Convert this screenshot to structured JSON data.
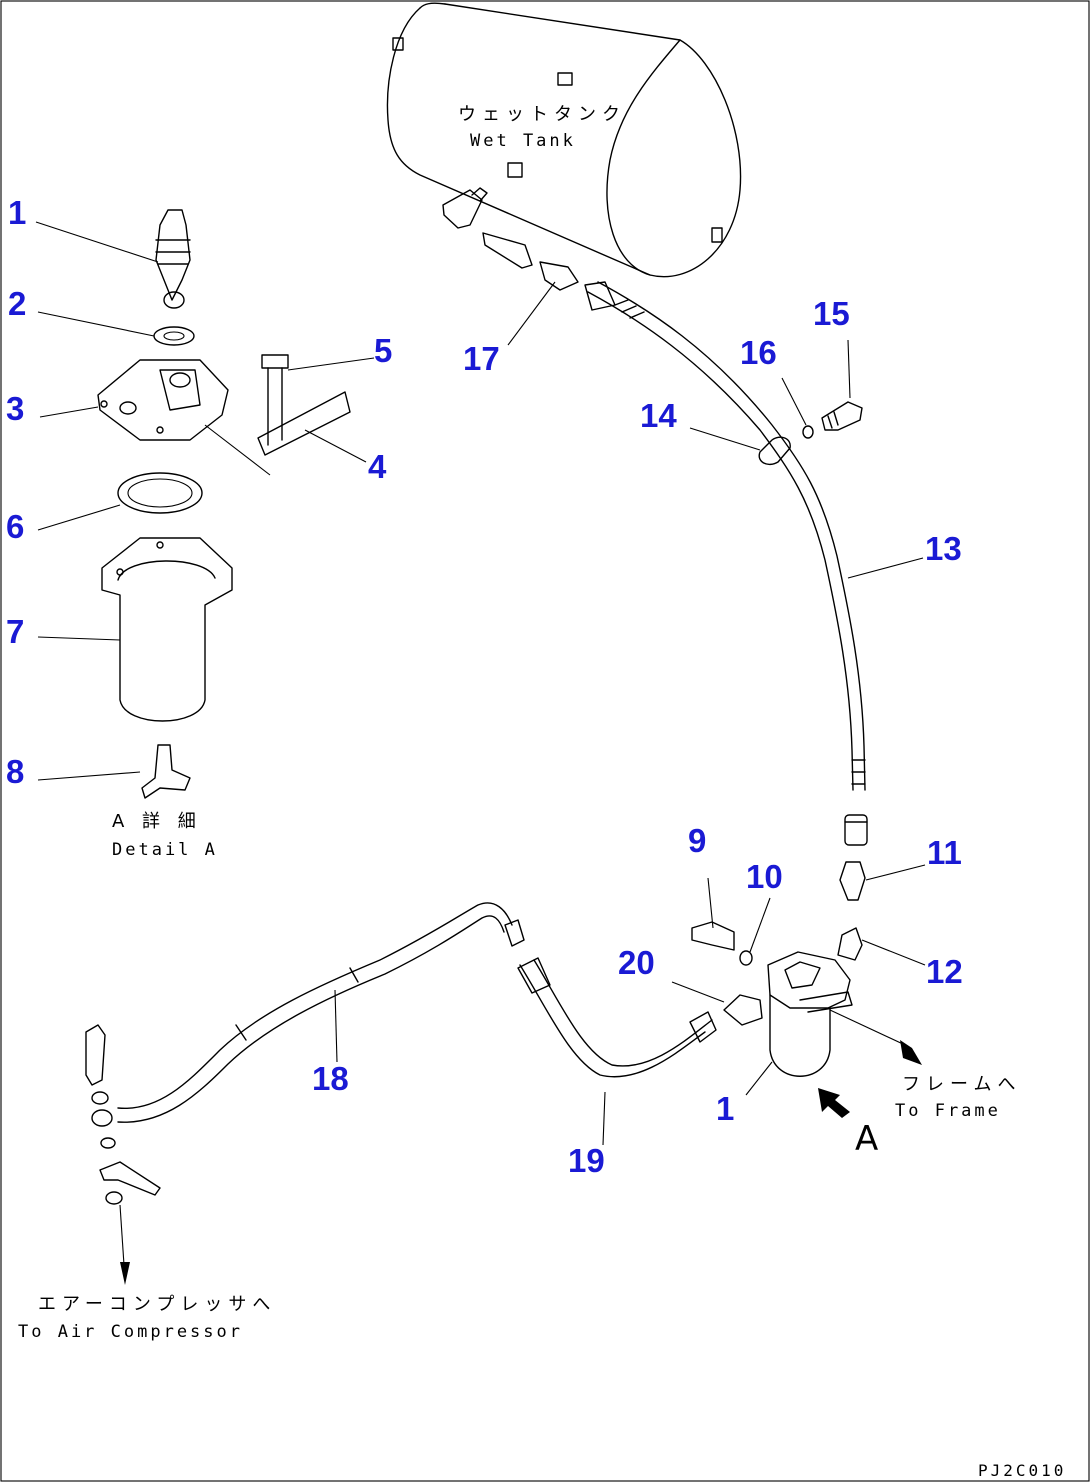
{
  "labels": [
    {
      "text": "1"
    },
    {
      "text": "2"
    },
    {
      "text": "3"
    },
    {
      "text": "5"
    },
    {
      "text": "4"
    },
    {
      "text": "6"
    },
    {
      "text": "7"
    },
    {
      "text": "8"
    },
    {
      "text": "17"
    },
    {
      "text": "15"
    },
    {
      "text": "16"
    },
    {
      "text": "14"
    },
    {
      "text": "13"
    },
    {
      "text": "9"
    },
    {
      "text": "10"
    },
    {
      "text": "11"
    },
    {
      "text": "20"
    },
    {
      "text": "12"
    },
    {
      "text": "18"
    },
    {
      "text": "1"
    },
    {
      "text": "19"
    }
  ],
  "captions": {
    "wet_tank_jp": "ウェットタンク",
    "wet_tank_en": "Wet Tank",
    "detail_jp": "A 詳 細",
    "detail_en": "Detail A",
    "frame_jp": "フレームへ",
    "frame_en": "To Frame",
    "compressor_jp": "エアーコンプレッサへ",
    "compressor_en": "To Air Compressor",
    "view_letter": "A",
    "drawing_code": "PJ2C010"
  },
  "colors": {
    "callout": "#1a1ad4",
    "line": "#000000"
  }
}
